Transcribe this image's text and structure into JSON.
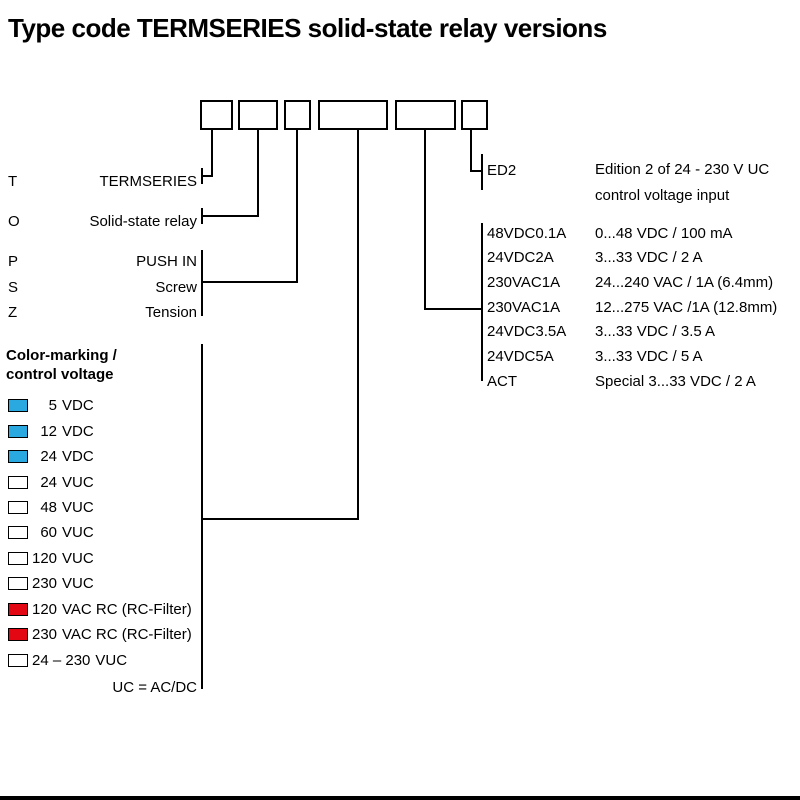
{
  "title": "Type code TERMSERIES solid-state relay versions",
  "left_entries": [
    {
      "code": "T",
      "label": "TERMSERIES"
    },
    {
      "code": "O",
      "label": "Solid-state relay"
    },
    {
      "code": "P",
      "label": "PUSH IN"
    },
    {
      "code": "S",
      "label": "Screw"
    },
    {
      "code": "Z",
      "label": "Tension"
    }
  ],
  "color_section": {
    "heading": [
      "Color-marking /",
      "control voltage"
    ],
    "items": [
      {
        "color": "#29a9e0",
        "num": "5",
        "label": "VDC"
      },
      {
        "color": "#29a9e0",
        "num": "12",
        "label": "VDC"
      },
      {
        "color": "#29a9e0",
        "num": "24",
        "label": "VDC"
      },
      {
        "color": "#ffffff",
        "num": "24",
        "label": "VUC"
      },
      {
        "color": "#ffffff",
        "num": "48",
        "label": "VUC"
      },
      {
        "color": "#ffffff",
        "num": "60",
        "label": "VUC"
      },
      {
        "color": "#ffffff",
        "num": "120",
        "label": "VUC"
      },
      {
        "color": "#ffffff",
        "num": "230",
        "label": "VUC"
      },
      {
        "color": "#e30613",
        "num": "120",
        "label": "VAC RC (RC-Filter)"
      },
      {
        "color": "#e30613",
        "num": "230",
        "label": "VAC RC (RC-Filter)"
      },
      {
        "color": "#ffffff",
        "num": "24 – 230",
        "label": "VUC"
      }
    ],
    "footnote": "UC = AC/DC"
  },
  "right_section": {
    "ed2": {
      "code": "ED2",
      "desc": [
        "Edition 2 of 24 - 230 V UC",
        "control voltage input"
      ]
    },
    "items": [
      {
        "code": "48VDC0.1A",
        "desc": "0...48 VDC / 100 mA"
      },
      {
        "code": "24VDC2A",
        "desc": "3...33 VDC / 2 A"
      },
      {
        "code": "230VAC1A",
        "desc": "24...240 VAC / 1A (6.4mm)"
      },
      {
        "code": "230VAC1A",
        "desc": "12...275 VAC /1A (12.8mm)"
      },
      {
        "code": "24VDC3.5A",
        "desc": "3...33 VDC / 3.5 A"
      },
      {
        "code": "24VDC5A",
        "desc": "3...33 VDC / 5 A"
      },
      {
        "code": "ACT",
        "desc": "Special 3...33 VDC / 2 A"
      }
    ]
  }
}
